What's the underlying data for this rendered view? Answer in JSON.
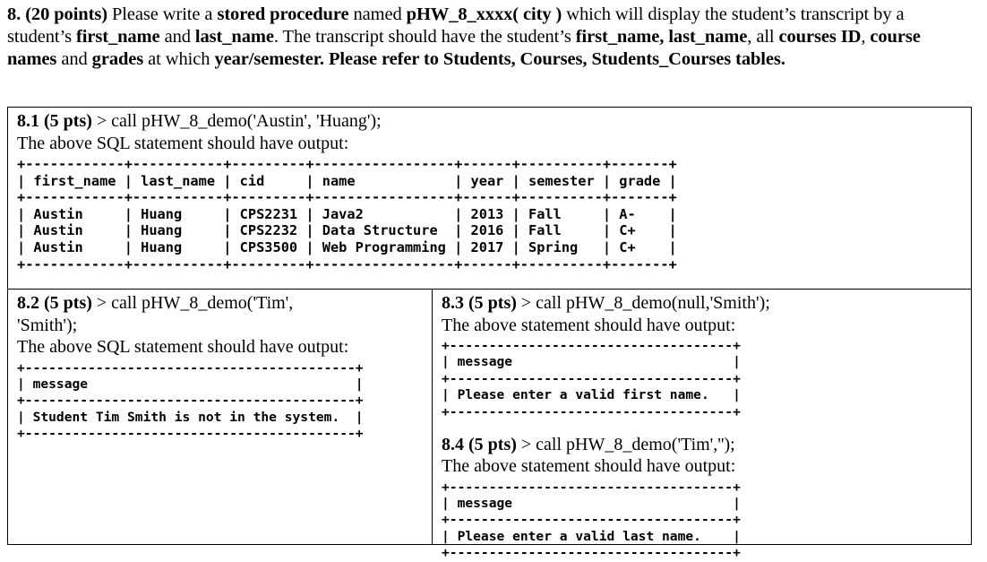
{
  "question": {
    "number": "8.",
    "points": "(20 points)",
    "text_parts": [
      {
        "t": "8. ",
        "b": true
      },
      {
        "t": "(20 points) ",
        "b": true
      },
      {
        "t": "Please write a ",
        "b": false
      },
      {
        "t": "stored procedure",
        "b": true
      },
      {
        "t": " named ",
        "b": false
      },
      {
        "t": "pHW_8_xxxx( city )",
        "b": true
      },
      {
        "t": " which will display the student’s transcript by a student’s ",
        "b": false
      },
      {
        "t": "first_name",
        "b": true
      },
      {
        "t": " and ",
        "b": false
      },
      {
        "t": "last_name",
        "b": true
      },
      {
        "t": ". The transcript should have the student’s ",
        "b": false
      },
      {
        "t": "first_name, last_name",
        "b": true
      },
      {
        "t": ", all ",
        "b": false
      },
      {
        "t": "courses ID",
        "b": true
      },
      {
        "t": ", ",
        "b": false
      },
      {
        "t": "course names",
        "b": true
      },
      {
        "t": " and ",
        "b": false
      },
      {
        "t": "grades",
        "b": true
      },
      {
        "t": " at which ",
        "b": false
      },
      {
        "t": "year/semester. Please refer to Students, Courses, Students_Courses tables.",
        "b": true
      }
    ]
  },
  "parts": {
    "p81": {
      "label": "8.1 (5 pts)",
      "call": " > call pHW_8_demo('Austin', 'Huang');",
      "note": "The above SQL statement should have output:",
      "table": {
        "headers": [
          "first_name",
          "last_name",
          "cid",
          "name",
          "year",
          "semester",
          "grade"
        ],
        "widths": [
          12,
          11,
          9,
          17,
          6,
          10,
          7
        ],
        "rows": [
          [
            "Austin",
            "Huang",
            "CPS2231",
            "Java2",
            "2013",
            "Fall",
            "A-"
          ],
          [
            "Austin",
            "Huang",
            "CPS2232",
            "Data Structure",
            "2016",
            "Fall",
            "C+"
          ],
          [
            "Austin",
            "Huang",
            "CPS3500",
            "Web Programming",
            "2017",
            "Spring",
            "C+"
          ]
        ]
      }
    },
    "p82": {
      "label": "8.2 (5 pts)",
      "call": " > call pHW_8_demo('Tim',",
      "call_line2": "'Smith');",
      "note": "The above SQL statement should have output:",
      "table": {
        "headers": [
          "message"
        ],
        "widths": [
          42
        ],
        "rows": [
          [
            "Student Tim Smith is not in the system."
          ]
        ]
      }
    },
    "p83": {
      "label": "8.3 (5 pts)",
      "call": " > call pHW_8_demo(null,'Smith');",
      "note": "The above statement should have output:",
      "table": {
        "headers": [
          "message"
        ],
        "widths": [
          36
        ],
        "rows": [
          [
            "Please enter a valid first name."
          ]
        ]
      }
    },
    "p84": {
      "label": "8.4 (5 pts)",
      "call": " > call pHW_8_demo('Tim','');",
      "note": "The above statement should have output:",
      "table": {
        "headers": [
          "message"
        ],
        "widths": [
          36
        ],
        "rows": [
          [
            "Please enter a valid last name."
          ]
        ]
      }
    }
  },
  "colors": {
    "ink": "#000000",
    "paper": "#ffffff"
  }
}
